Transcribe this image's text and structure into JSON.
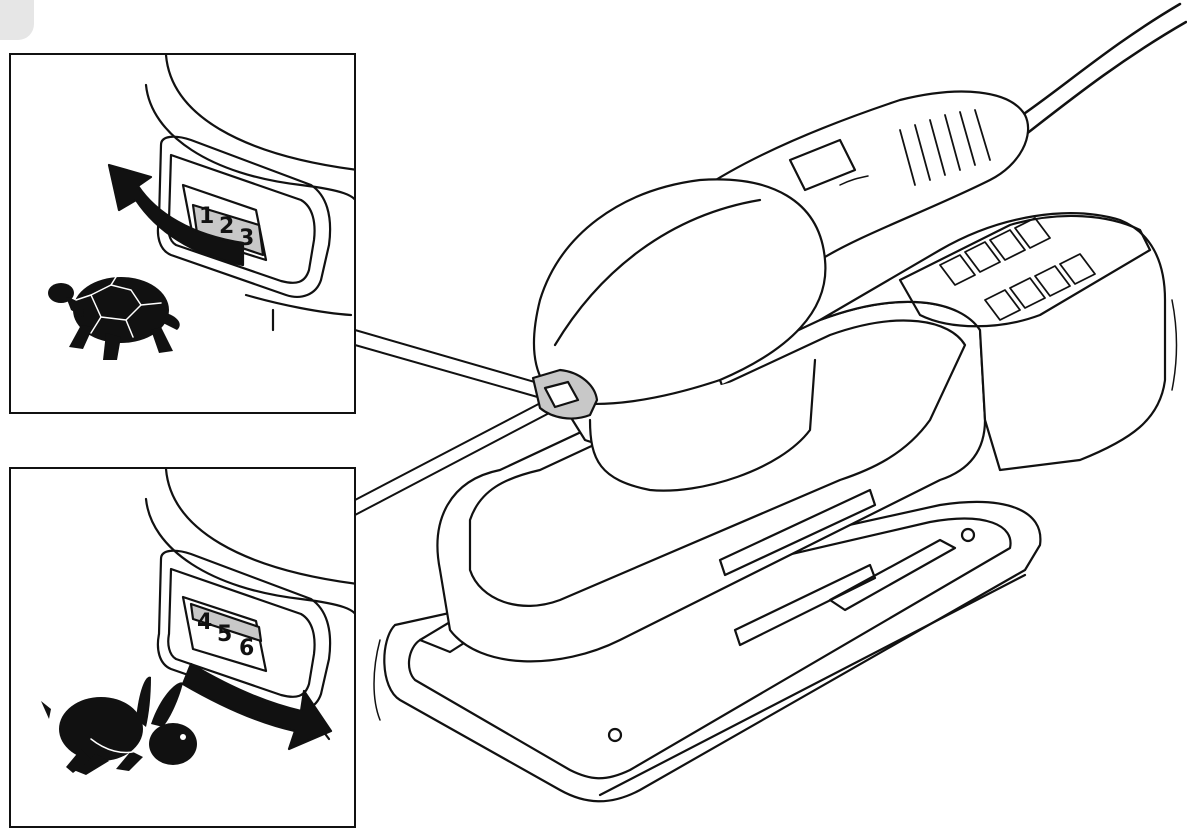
{
  "figure": {
    "slow_panel": {
      "speed_digits": [
        "1",
        "2",
        "3"
      ],
      "arrow_direction": "counterclockwise",
      "animal_icon": "tortoise-icon"
    },
    "fast_panel": {
      "speed_digits": [
        "4",
        "5",
        "6"
      ],
      "arrow_direction": "clockwise",
      "animal_icon": "hare-icon"
    },
    "main_subject_icon": "orbital-sander-icon",
    "colors": {
      "line": "#111111",
      "dial_fill": "#c8c8c8",
      "tab": "#e6e6e6"
    }
  }
}
